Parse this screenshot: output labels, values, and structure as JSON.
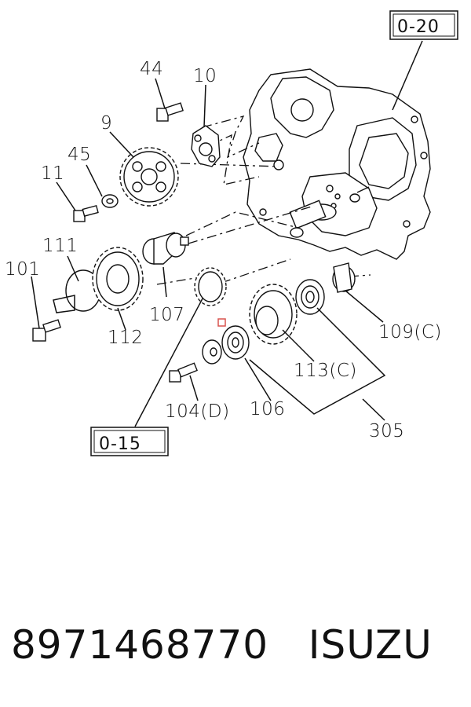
{
  "callouts": {
    "c44": "44",
    "c10": "10",
    "c9": "9",
    "c45": "45",
    "c11": "11",
    "c111": "111",
    "c101": "101",
    "c107": "107",
    "c112": "112",
    "c109": "109(C)",
    "c113": "113(C)",
    "c104": "104(D)",
    "c106": "106",
    "c305": "305"
  },
  "refs": {
    "top_right": "0-20",
    "bottom_left": "0-15"
  },
  "footer": {
    "part_number": "8971468770",
    "brand": "ISUZU",
    "text": "8971468770   ISUZU"
  },
  "colors": {
    "ink": "#111111",
    "marker": "#d9534f",
    "background": "#ffffff"
  }
}
